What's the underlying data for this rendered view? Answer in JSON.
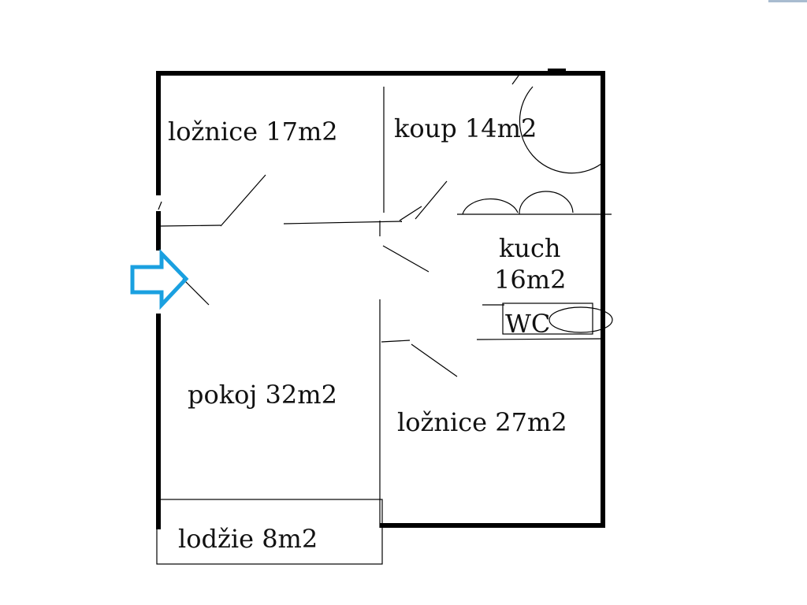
{
  "colors": {
    "wall": "#000000",
    "entrance_arrow": "#1aa0e0",
    "corner_accent": "#a9bcd0",
    "text": "#111111"
  },
  "rooms": {
    "bedroom_small": "ložnice 17m2",
    "bathroom": "koup 14m2",
    "kitchen_line1": "kuch",
    "kitchen_line2": "16m2",
    "wc": "WC",
    "living_room": "pokoj 32m2",
    "bedroom_large": "ložnice 27m2",
    "loggia": "lodžie 8m2"
  },
  "icons": {
    "entrance": "entrance-arrow-icon"
  }
}
